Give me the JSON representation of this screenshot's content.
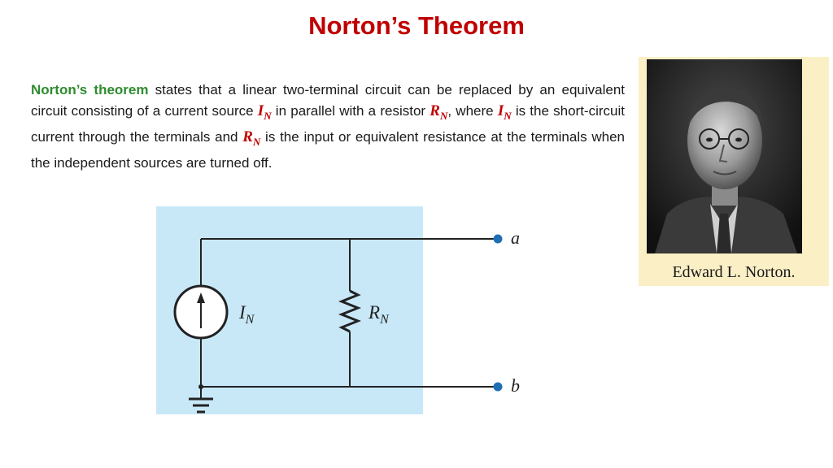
{
  "slide": {
    "title": "Norton’s Theorem"
  },
  "definition": {
    "term": "Norton’s theorem",
    "part1": " states that a linear two-terminal circuit can be replaced by an equivalent circuit consisting of a current source ",
    "part2": " in parallel with a resistor ",
    "part3": ", where ",
    "part4": " is the short-circuit current through the terminals and ",
    "part5": " is the input or equivalent resistance at the terminals when the independent sources are turned off.",
    "sym_i": "I",
    "sym_r": "R",
    "sub": "N"
  },
  "photo": {
    "caption": "Edward L. Norton."
  },
  "circuit": {
    "source_label": "I",
    "resistor_label": "R",
    "subscript": "N",
    "terminal_a": "a",
    "terminal_b": "b",
    "background_color": "#c8e8f8",
    "terminal_color": "#1f6fb5"
  }
}
